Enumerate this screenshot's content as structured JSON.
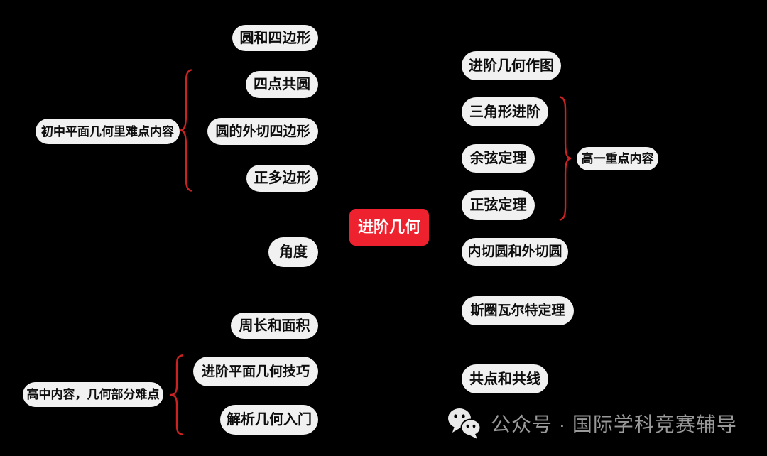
{
  "center_node": {
    "label": "进阶几何"
  },
  "nodes": {
    "circle_and_quadrilateral": "圆和四边形",
    "concyclic_four_points": "四点共圆",
    "circumscribed_quadrilateral": "圆的外切四边形",
    "regular_polygon": "正多边形",
    "angle": "角度",
    "perimeter_and_area": "周长和面积",
    "advanced_plane_geometry_skills": "进阶平面几何技巧",
    "intro_analytic_geometry": "解析几何入门",
    "advanced_geometry_construction": "进阶几何作图",
    "triangle_advanced": "三角形进阶",
    "law_of_cosines": "余弦定理",
    "law_of_sines": "正弦定理",
    "incircle_and_excircle": "内切圆和外切圆",
    "stewart_theorem": "斯圈瓦尔特定理",
    "concurrency_and_collinearity": "共点和共线"
  },
  "group_labels": {
    "junior": "初中平面几何里难点内容",
    "grade10": "高一重点内容",
    "senior": "高中内容，几何部分难点"
  },
  "groups": [
    {
      "label": "初中平面几何里难点内容",
      "items": [
        "四点共圆",
        "圆的外切四边形",
        "正多边形"
      ]
    },
    {
      "label": "高一重点内容",
      "items": [
        "三角形进阶",
        "余弦定理",
        "正弦定理"
      ]
    },
    {
      "label": "高中内容，几何部分难点",
      "items": [
        "进阶平面几何技巧",
        "解析几何入门"
      ]
    }
  ],
  "footer": {
    "icon": "wechat-logo",
    "text": "公众号 · 国际学科竞赛辅导"
  },
  "colors": {
    "background": "#000000",
    "node_bg": "#f1f1f1",
    "node_text": "#0d0d0d",
    "center_bg": "#ee212e",
    "center_text": "#ffffff",
    "brace": "#cc2222",
    "footer_text": "#9a9a9a"
  }
}
